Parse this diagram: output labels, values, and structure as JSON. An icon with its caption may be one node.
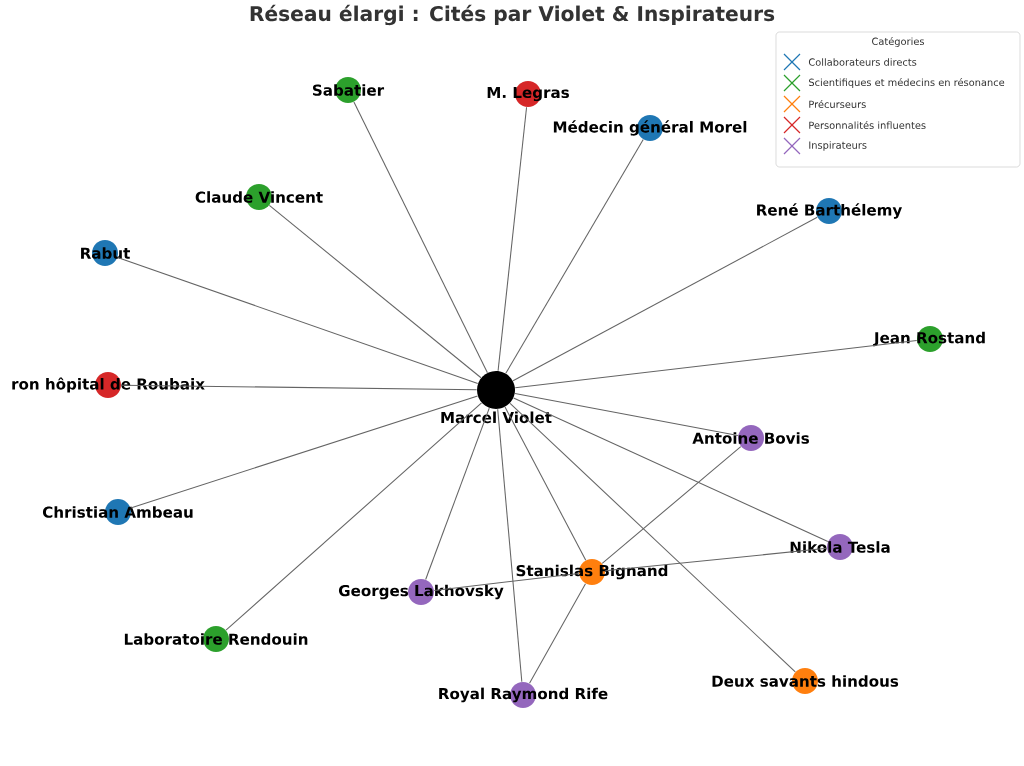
{
  "diagram": {
    "title": "Réseau élargi : Cités par Violet & Inspirateurs",
    "nodes": [
      {
        "text": [
          "Marcel Violet"
        ]
      },
      {
        "text": [
          "Sabatier"
        ]
      },
      {
        "text": [
          "M. Legras"
        ]
      },
      {
        "text": [
          "Médecin général Morel"
        ]
      },
      {
        "text": [
          "René Barthélemy"
        ]
      },
      {
        "text": [
          "Jean Rostand"
        ]
      },
      {
        "text": [
          "Claude Vincent"
        ]
      },
      {
        "text": [
          "Rabut"
        ]
      },
      {
        "text": [
          "ron hôpital de Roubaix"
        ]
      },
      {
        "text": [
          "Christian Ambeau"
        ]
      },
      {
        "text": [
          "Antoine Bovis"
        ]
      },
      {
        "text": [
          "Nikola Tesla"
        ]
      },
      {
        "text": [
          "Stanislas Bignand"
        ]
      },
      {
        "text": [
          "Georges Lakhovsky"
        ]
      },
      {
        "text": [
          "Laboratoire Rendouin"
        ]
      },
      {
        "text": [
          "Royal Raymond Rife"
        ]
      },
      {
        "text": [
          "Deux savants hindous"
        ]
      }
    ],
    "edges": [
      {
        "from": 0,
        "to": 1,
        "arrow": "none"
      },
      {
        "from": 0,
        "to": 2,
        "arrow": "none"
      },
      {
        "from": 0,
        "to": 3,
        "arrow": "none"
      },
      {
        "from": 0,
        "to": 4,
        "arrow": "none"
      },
      {
        "from": 0,
        "to": 5,
        "arrow": "none"
      },
      {
        "from": 0,
        "to": 6,
        "arrow": "none"
      },
      {
        "from": 0,
        "to": 7,
        "arrow": "none"
      },
      {
        "from": 0,
        "to": 8,
        "arrow": "none"
      },
      {
        "from": 0,
        "to": 9,
        "arrow": "none"
      },
      {
        "from": 0,
        "to": 10,
        "arrow": "none"
      },
      {
        "from": 0,
        "to": 11,
        "arrow": "none"
      },
      {
        "from": 0,
        "to": 12,
        "arrow": "none"
      },
      {
        "from": 0,
        "to": 13,
        "arrow": "none"
      },
      {
        "from": 0,
        "to": 14,
        "arrow": "none"
      },
      {
        "from": 0,
        "to": 15,
        "arrow": "none"
      },
      {
        "from": 0,
        "to": 16,
        "arrow": "none"
      },
      {
        "from": 12,
        "to": 10,
        "arrow": "none"
      },
      {
        "from": 12,
        "to": 11,
        "arrow": "none"
      },
      {
        "from": 12,
        "to": 13,
        "arrow": "none"
      },
      {
        "from": 12,
        "to": 15,
        "arrow": "none"
      }
    ],
    "labels": [
      "Catégories"
    ],
    "legend": [
      {
        "text": "Collaborateurs directs",
        "color": "#1f77b4"
      },
      {
        "text": "Scientifiques et médecins en résonance",
        "color": "#2ca02c"
      },
      {
        "text": "Précurseurs",
        "color": "#ff7f0e"
      },
      {
        "text": "Personnalités influentes",
        "color": "#d62728"
      },
      {
        "text": "Inspirateurs",
        "color": "#9467bd"
      }
    ]
  }
}
